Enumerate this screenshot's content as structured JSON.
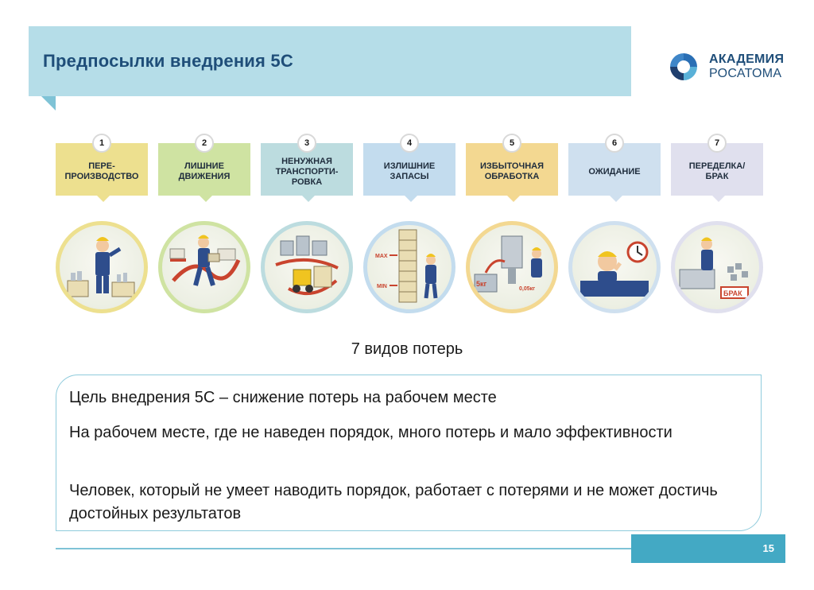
{
  "slide": {
    "title": "Предпосылки внедрения 5С",
    "page_number": "15"
  },
  "logo": {
    "line1": "АКАДЕМИЯ",
    "line2": "РОСАТОМА",
    "icon": "rosatom-logo-icon"
  },
  "wastes": [
    {
      "num": "1",
      "label": "ПЕРЕ-\nПРОИЗВОДСТВО",
      "color": "#ede08f",
      "icon": "overproduction-illustration"
    },
    {
      "num": "2",
      "label": "ЛИШНИЕ\nДВИЖЕНИЯ",
      "color": "#cfe3a2",
      "icon": "extra-motion-illustration"
    },
    {
      "num": "3",
      "label": "НЕНУЖНАЯ\nТРАНСПОРТИ-\nРОВКА",
      "color": "#bcdcdf",
      "icon": "transport-illustration"
    },
    {
      "num": "4",
      "label": "ИЗЛИШНИЕ\nЗАПАСЫ",
      "color": "#c3dcee",
      "icon": "inventory-illustration"
    },
    {
      "num": "5",
      "label": "ИЗБЫТОЧНАЯ\nОБРАБОТКА",
      "color": "#f3d891",
      "icon": "overprocessing-illustration"
    },
    {
      "num": "6",
      "label": "ОЖИДАНИЕ",
      "color": "#cfe0ef",
      "icon": "waiting-illustration"
    },
    {
      "num": "7",
      "label": "ПЕРЕДЕЛКА/\nБРАК",
      "color": "#e0e0ee",
      "icon": "defects-illustration"
    }
  ],
  "illustration_labels": {
    "max": "MAX",
    "min": "MIN",
    "weight_5": "5кг",
    "weight_005": "0,05кг",
    "brak": "БРАК"
  },
  "caption": "7 видов потерь",
  "body_text": [
    "Цель внедрения 5С – снижение потерь на рабочем месте",
    "На рабочем месте, где не наведен порядок, много потерь и мало эффективности",
    "Человек, который не умеет наводить порядок, работает с потерями и не может достичь достойных результатов"
  ]
}
